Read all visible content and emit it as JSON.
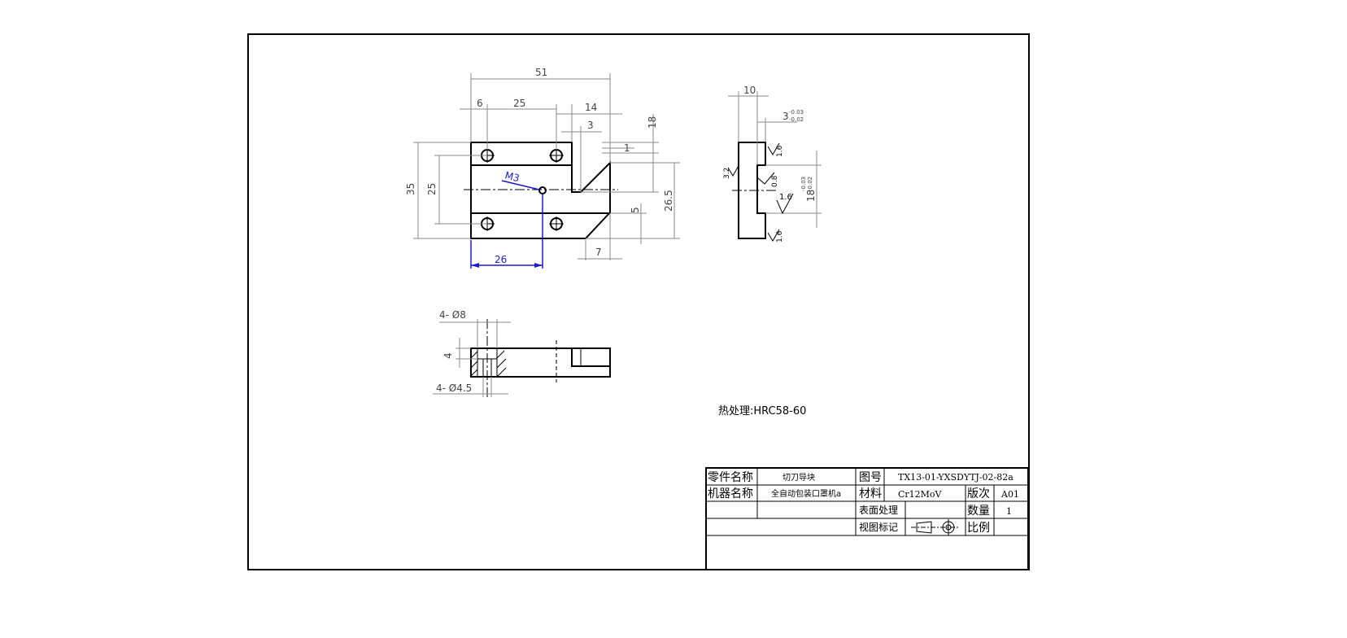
{
  "dimensions": {
    "d51": "51",
    "d6": "6",
    "d25_top": "25",
    "d14": "14",
    "d3": "3",
    "d1": "1",
    "d18": "18",
    "d26_5": "26.5",
    "d35": "35",
    "d25_left": "25",
    "d5": "5",
    "d7": "7",
    "thread": "M3",
    "d26": "26",
    "side_10": "10",
    "side_3": "3",
    "side_3_tol_upper": "-0.03",
    "side_3_tol_lower": "-0.02",
    "side_18": "18",
    "side_18_tol_upper": "-0.03",
    "side_18_tol_lower": "-0.02",
    "hole_8": "4- Ø8",
    "hole_4_5": "4- Ø4.5",
    "depth_4": "4"
  },
  "roughness": [
    "1.6",
    "0.8",
    "1.6",
    "1.6",
    "3.2"
  ],
  "notes": {
    "heat_treatment": "热处理:HRC58-60"
  },
  "title_block": {
    "part_name_label": "零件名称",
    "part_name": "切刀导块",
    "drawing_no_label": "图号",
    "drawing_no": "TX13-01-YXSDYTJ-02-82a",
    "machine_name_label": "机器名称",
    "machine_name": "全自动包装口罩机a",
    "material_label": "材料",
    "material": "Cr12MoV",
    "version_label": "版次",
    "version": "A01",
    "surface_label": "表面处理",
    "surface": "",
    "quantity_label": "数量",
    "quantity": "1",
    "view_label": "视图标记",
    "scale_label": "比例",
    "scale": ""
  },
  "colors": {
    "line": "#000000",
    "dimension": "#8a8a8a",
    "highlight": "#1a1ad0"
  }
}
